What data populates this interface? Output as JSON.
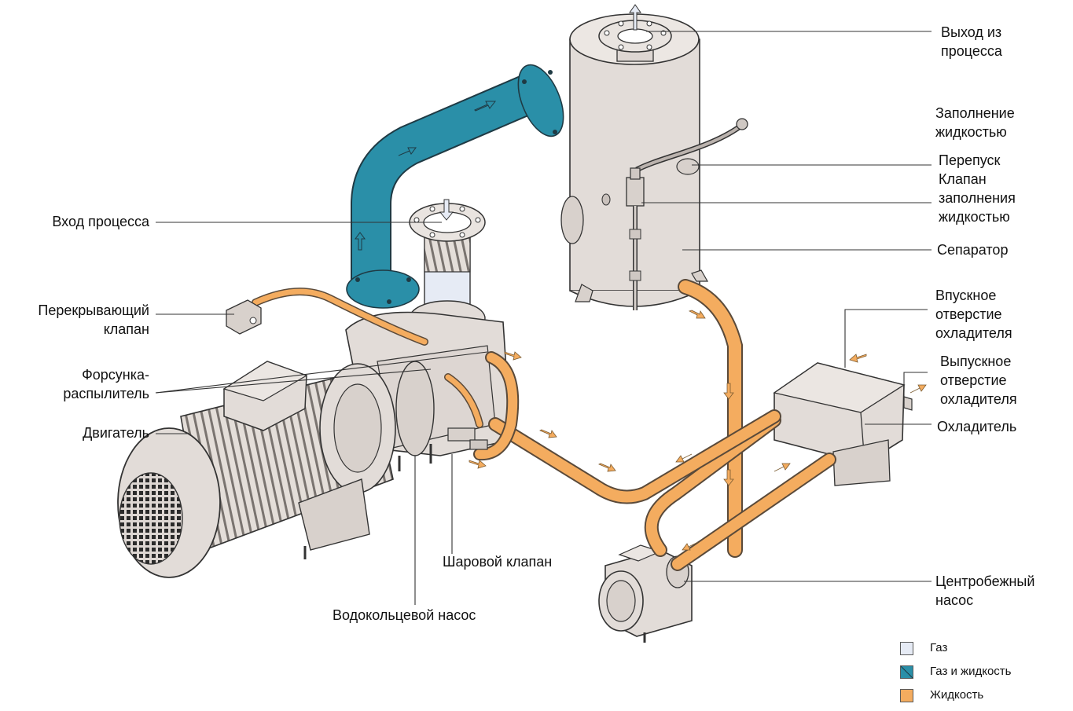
{
  "labels": {
    "outlet": [
      "Выход из",
      "процесса"
    ],
    "liquid_fill": [
      "Заполнение",
      "жидкостью"
    ],
    "bypass": "Перепуск",
    "fill_valve": [
      "Клапан",
      "заполнения",
      "жидкостью"
    ],
    "inlet": "Вход процесса",
    "separator": "Сепаратор",
    "shutoff_valve": [
      "Перекрывающий",
      "клапан"
    ],
    "cooler_inlet": [
      "Впускное",
      "отверстие",
      "охладителя"
    ],
    "nozzle": [
      "Форсунка-",
      "распылитель"
    ],
    "cooler_outlet": [
      "Выпускное",
      "отверстие",
      "охладителя"
    ],
    "motor": "Двигатель",
    "cooler": "Охладитель",
    "ball_valve": "Шаровой клапан",
    "centrifugal_pump": [
      "Центробежный",
      "насос"
    ],
    "liquid_ring_pump": "Водокольцевой насос"
  },
  "legend": [
    {
      "label": "Газ",
      "color": "#e6ebf5",
      "icon": "gas-swatch"
    },
    {
      "label": "Газ и жидкость",
      "color": "#2a8fa8",
      "icon": "gas-liquid-swatch"
    },
    {
      "label": "Жидкость",
      "color": "#f4ac5f",
      "icon": "liquid-swatch"
    }
  ],
  "colors": {
    "gas": "#e6ebf5",
    "gas_liquid": "#2a8fa8",
    "liquid": "#f4ac5f",
    "equipment": "#e2dcd8"
  }
}
